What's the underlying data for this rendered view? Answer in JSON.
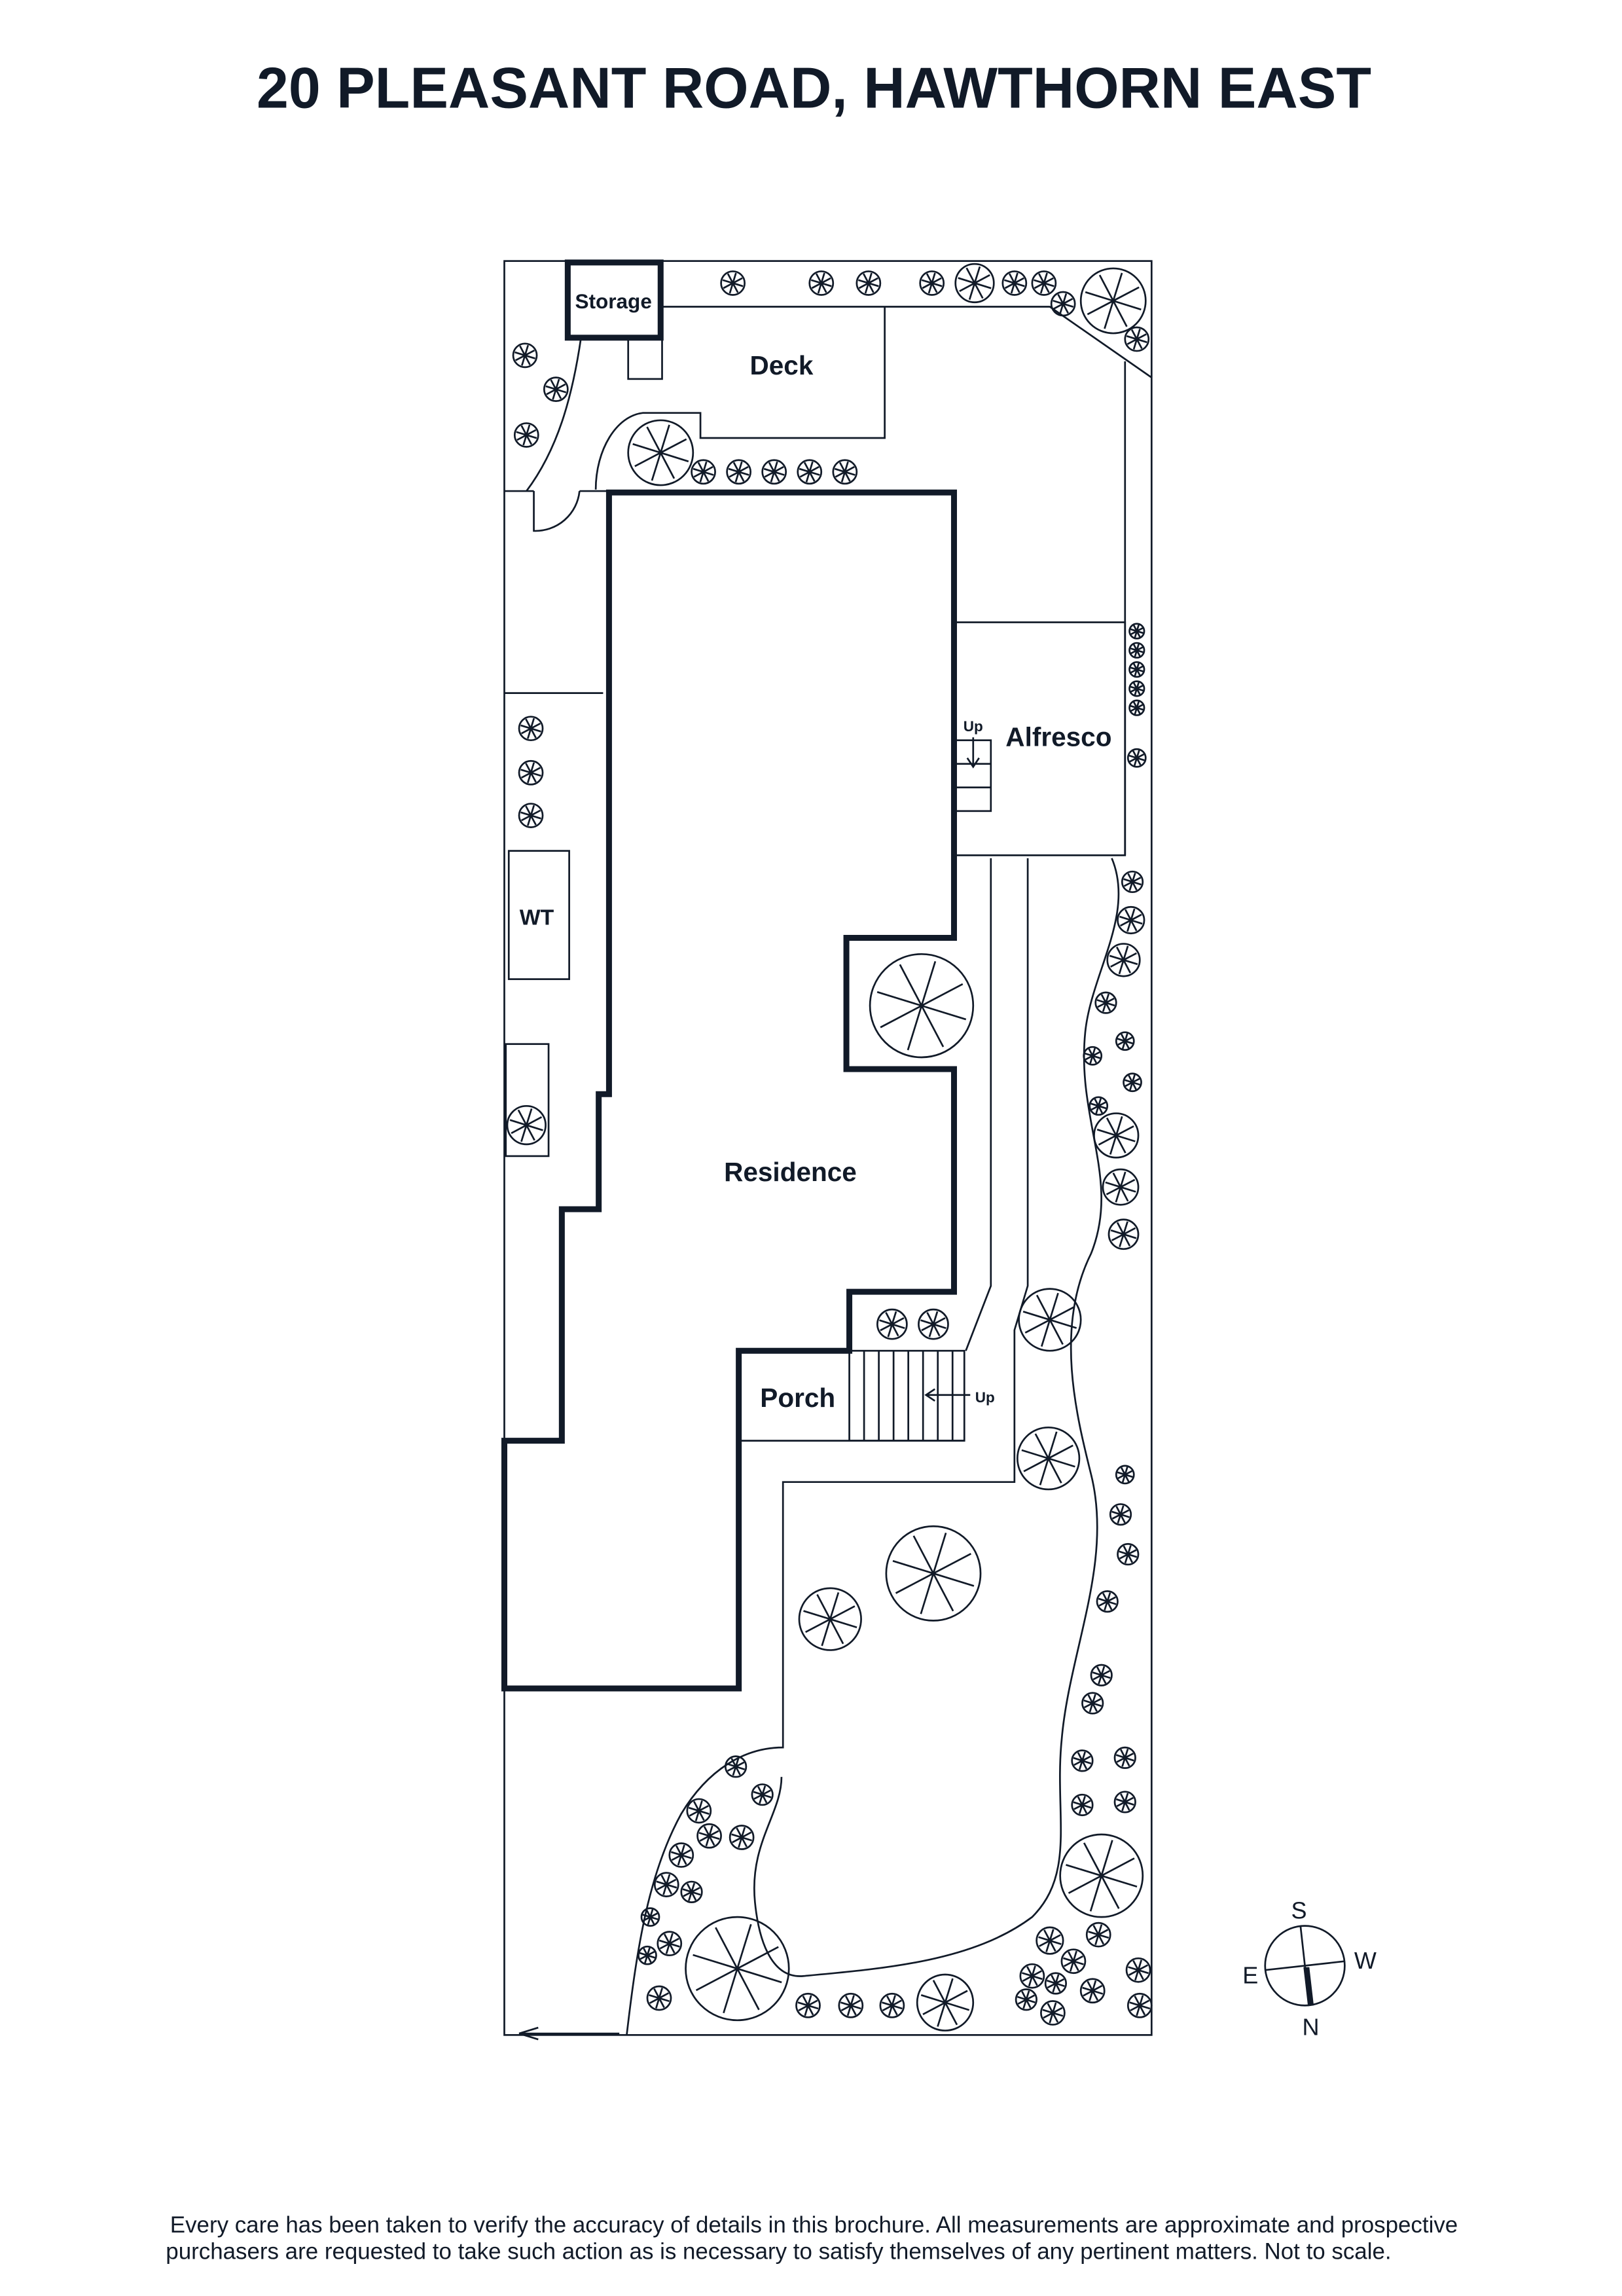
{
  "title": "20 PLEASANT ROAD, HAWTHORN EAST",
  "rooms": {
    "storage": "Storage",
    "deck": "Deck",
    "alfresco": "Alfresco",
    "wt": "WT",
    "residence": "Residence",
    "porch": "Porch"
  },
  "stairs": {
    "alfresco_up": "Up",
    "porch_up": "Up"
  },
  "compass": {
    "s": "S",
    "w": "W",
    "e": "E",
    "n": "N"
  },
  "disclaimer": {
    "line1": "Every care has been taken to verify the accuracy of details in this brochure. All measurements are approximate and prospective",
    "line2": "purchasers are requested to take such action as is necessary to satisfy themselves of any pertinent matters. Not to scale."
  },
  "colors": {
    "ink": "#111a28",
    "background": "#ffffff"
  }
}
